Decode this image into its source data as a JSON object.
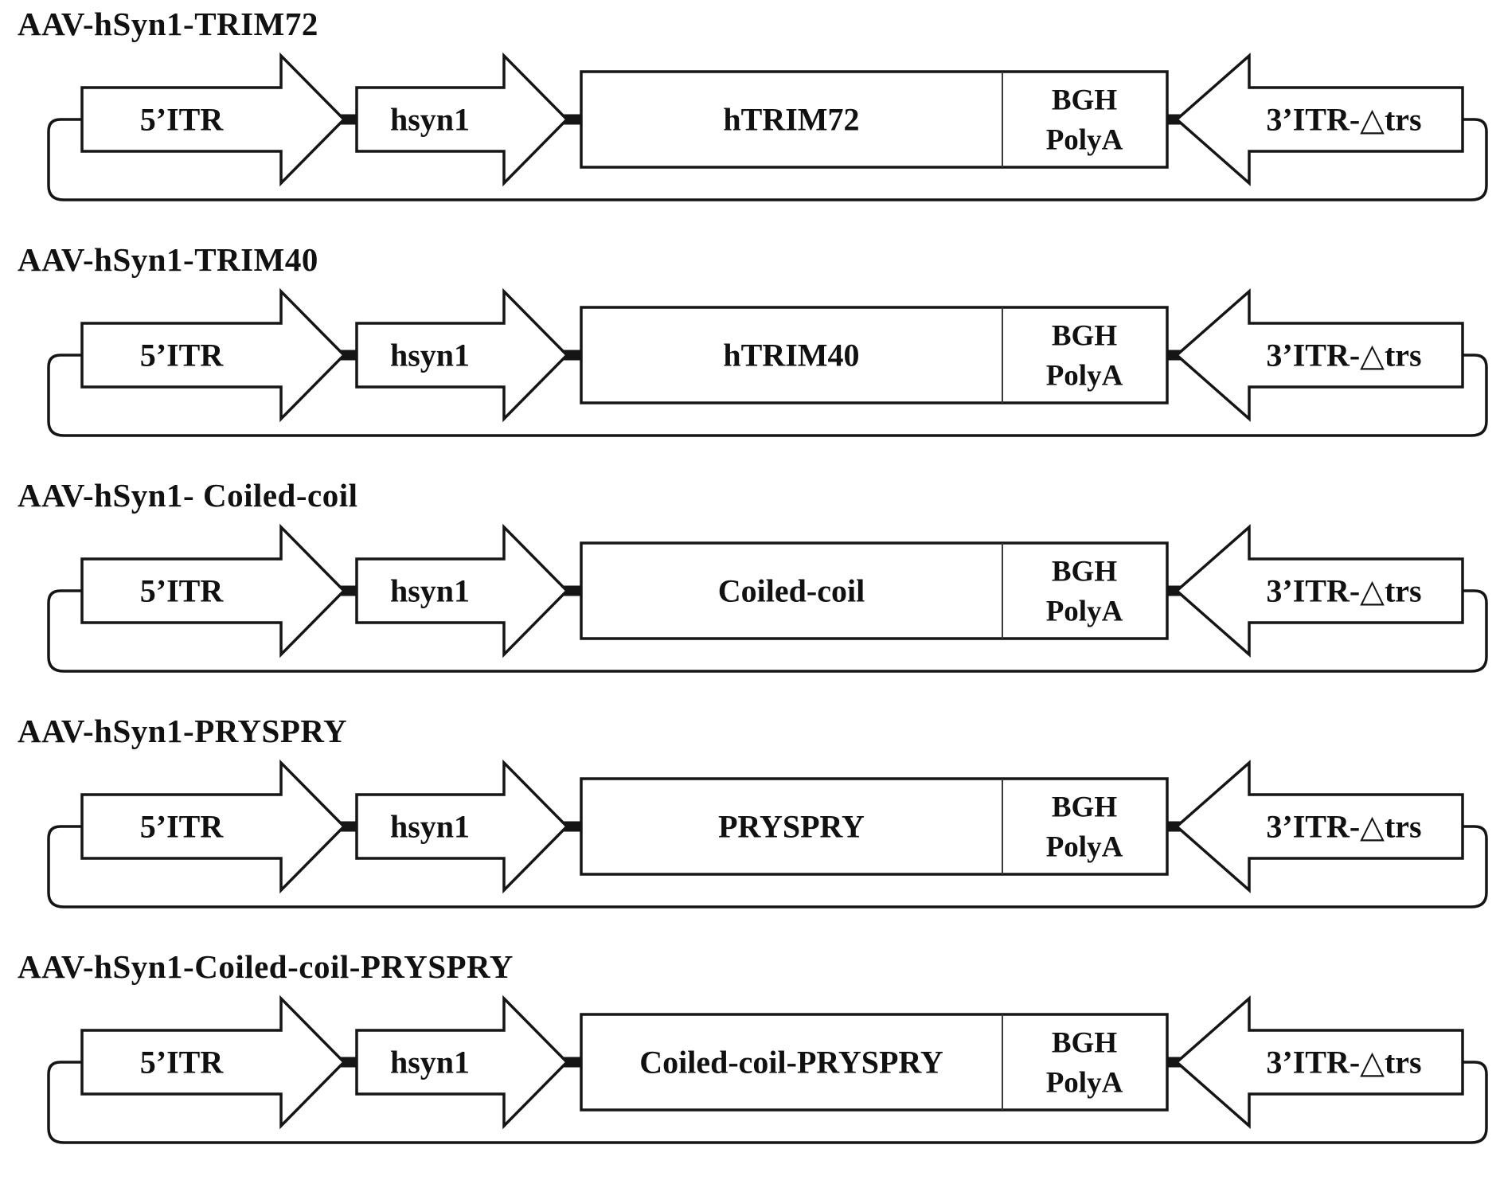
{
  "segments": {
    "itr5": "5’ITR",
    "promoter": "hsyn1",
    "polya_line1": "BGH",
    "polya_line2": "PolyA",
    "itr3": "3’ITR-△trs"
  },
  "constructs": [
    {
      "title": "AAV-hSyn1-TRIM72",
      "gene": "hTRIM72"
    },
    {
      "title": "AAV-hSyn1-TRIM40",
      "gene": "hTRIM40"
    },
    {
      "title": "AAV-hSyn1- Coiled-coil",
      "gene": "Coiled-coil"
    },
    {
      "title": "AAV-hSyn1-PRYSPRY",
      "gene": "PRYSPRY"
    },
    {
      "title": "AAV-hSyn1-Coiled-coil-PRYSPRY",
      "gene": "Coiled-coil-PRYSPRY"
    }
  ],
  "colors": {
    "ink": "#111111",
    "background": "#ffffff"
  }
}
